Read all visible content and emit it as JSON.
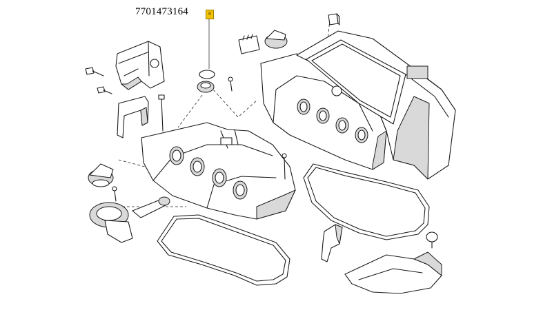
{
  "diagram": {
    "part_number": "7701473164",
    "callout_label": "8",
    "colors": {
      "callout_fill": "#f2c200",
      "line": "#1a1a1a",
      "shade": "#d9d9d9"
    },
    "parts": [
      "timing-cover-bracket",
      "flange-bolt",
      "mounting-bracket",
      "long-stud-bolt",
      "intake-manifold",
      "manifold-runner-port",
      "cylinder-head-cover",
      "air-box-housing",
      "oil-filler-cap",
      "seal-ring",
      "oil-separator-housing",
      "breather-hose",
      "manifold-gasket",
      "cover-gasket",
      "bracket-clip",
      "heat-shield",
      "retaining-clip",
      "rubber-grommet",
      "connector-plug"
    ]
  }
}
